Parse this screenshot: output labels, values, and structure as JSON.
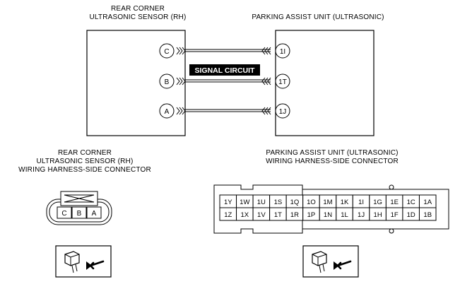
{
  "sensor": {
    "title_line1": "REAR CORNER",
    "title_line2": "ULTRASONIC SENSOR (RH)"
  },
  "unit": {
    "title": "PARKING ASSIST UNIT (ULTRASONIC)"
  },
  "signal_label": "SIGNAL CIRCUIT",
  "wires": [
    {
      "from": "C",
      "to": "1I"
    },
    {
      "from": "B",
      "to": "1T"
    },
    {
      "from": "A",
      "to": "1J"
    }
  ],
  "sensor_connector": {
    "title_line1": "REAR CORNER",
    "title_line2": "ULTRASONIC SENSOR (RH)",
    "title_line3": "WIRING HARNESS-SIDE CONNECTOR",
    "pins": [
      "C",
      "B",
      "A"
    ]
  },
  "unit_connector": {
    "title_line1": "PARKING ASSIST UNIT (ULTRASONIC)",
    "title_line2": "WIRING HARNESS-SIDE CONNECTOR",
    "row1": [
      "1Y",
      "1W",
      "1U",
      "1S",
      "1Q",
      "1O",
      "1M",
      "1K",
      "1I",
      "1G",
      "1E",
      "1C",
      "1A"
    ],
    "row2": [
      "1Z",
      "1X",
      "1V",
      "1T",
      "1R",
      "1P",
      "1N",
      "1L",
      "1J",
      "1H",
      "1F",
      "1D",
      "1B"
    ]
  }
}
